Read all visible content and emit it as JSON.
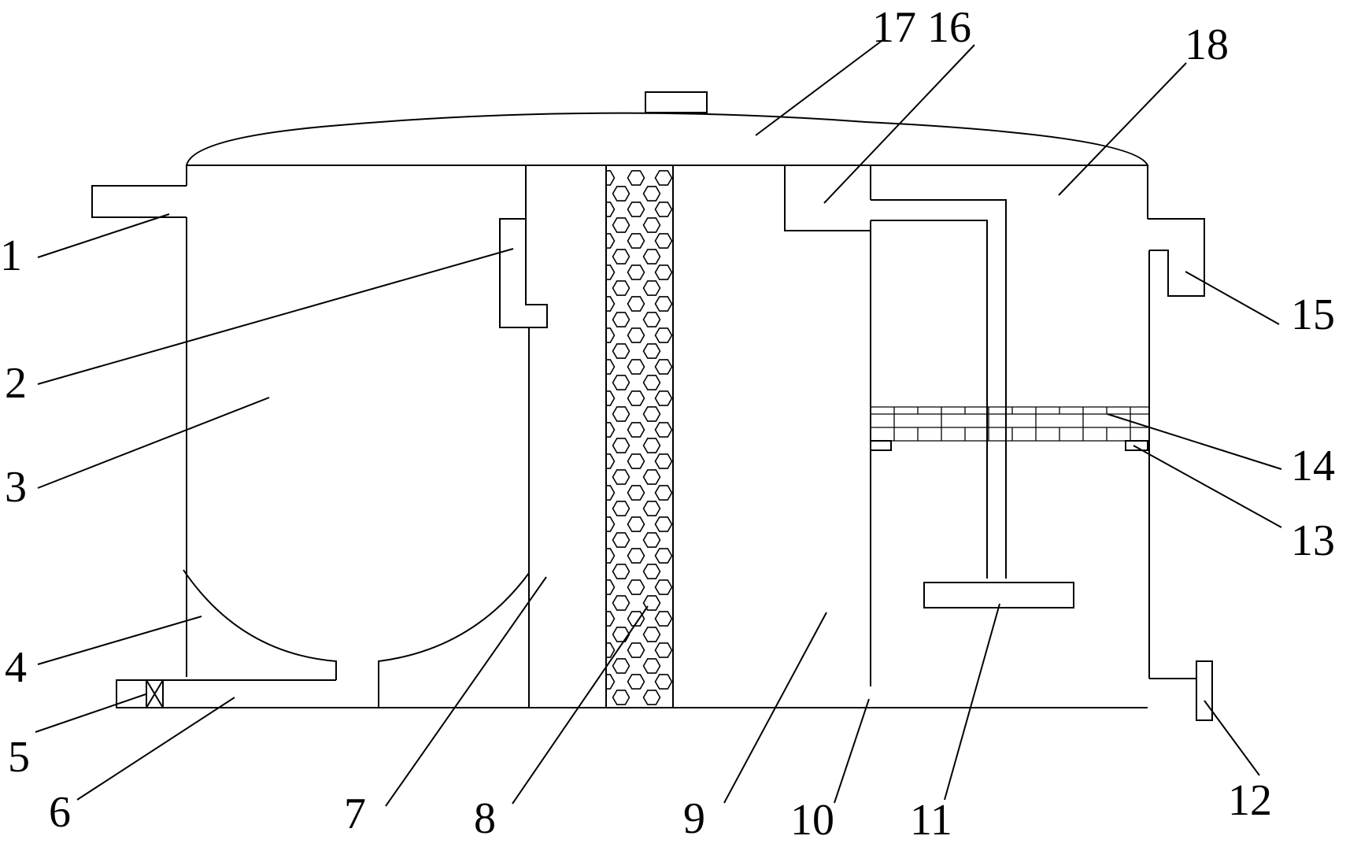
{
  "figure": {
    "labels": [
      {
        "id": "1",
        "text": "1"
      },
      {
        "id": "2",
        "text": "2"
      },
      {
        "id": "3",
        "text": "3"
      },
      {
        "id": "4",
        "text": "4"
      },
      {
        "id": "5",
        "text": "5"
      },
      {
        "id": "6",
        "text": "6"
      },
      {
        "id": "7",
        "text": "7"
      },
      {
        "id": "8",
        "text": "8"
      },
      {
        "id": "9",
        "text": "9"
      },
      {
        "id": "10",
        "text": "10"
      },
      {
        "id": "11",
        "text": "11"
      },
      {
        "id": "12",
        "text": "12"
      },
      {
        "id": "13",
        "text": "13"
      },
      {
        "id": "14",
        "text": "14"
      },
      {
        "id": "15",
        "text": "15"
      },
      {
        "id": "16",
        "text": "16"
      },
      {
        "id": "17",
        "text": "17"
      },
      {
        "id": "18",
        "text": "18"
      }
    ]
  }
}
